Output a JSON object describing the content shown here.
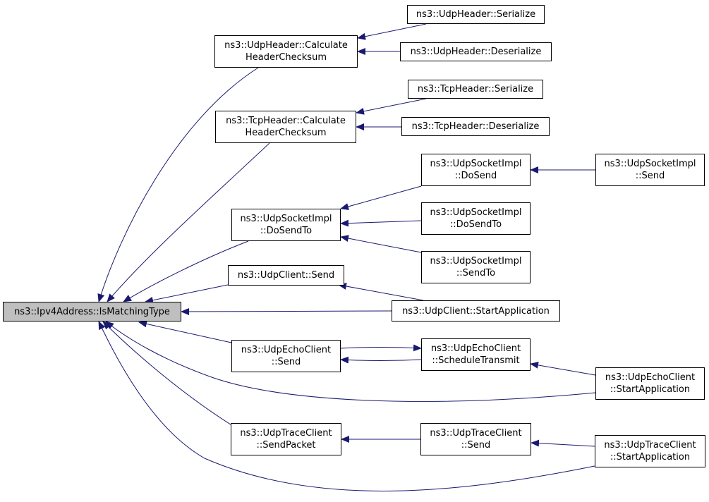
{
  "diagram": {
    "root": {
      "id": "root",
      "lines": [
        "ns3::Ipv4Address::IsMatchingType"
      ]
    },
    "nodes": [
      {
        "id": "udphdr_calc",
        "lines": [
          "ns3::UdpHeader::Calculate",
          "HeaderChecksum"
        ]
      },
      {
        "id": "udphdr_ser",
        "lines": [
          "ns3::UdpHeader::Serialize"
        ]
      },
      {
        "id": "udphdr_des",
        "lines": [
          "ns3::UdpHeader::Deserialize"
        ]
      },
      {
        "id": "tcphdr_calc",
        "lines": [
          "ns3::TcpHeader::Calculate",
          "HeaderChecksum"
        ]
      },
      {
        "id": "tcphdr_ser",
        "lines": [
          "ns3::TcpHeader::Serialize"
        ]
      },
      {
        "id": "tcphdr_des",
        "lines": [
          "ns3::TcpHeader::Deserialize"
        ]
      },
      {
        "id": "udpsock_dosendto",
        "lines": [
          "ns3::UdpSocketImpl",
          "::DoSendTo"
        ]
      },
      {
        "id": "udpsock_dosend",
        "lines": [
          "ns3::UdpSocketImpl",
          "::DoSend"
        ]
      },
      {
        "id": "udpsock_send",
        "lines": [
          "ns3::UdpSocketImpl",
          "::Send"
        ]
      },
      {
        "id": "udpsock_dosendto2",
        "lines": [
          "ns3::UdpSocketImpl",
          "::DoSendTo"
        ]
      },
      {
        "id": "udpsock_sendto",
        "lines": [
          "ns3::UdpSocketImpl",
          "::SendTo"
        ]
      },
      {
        "id": "udpclient_send",
        "lines": [
          "ns3::UdpClient::Send"
        ]
      },
      {
        "id": "udpclient_start",
        "lines": [
          "ns3::UdpClient::StartApplication"
        ]
      },
      {
        "id": "udpecho_send",
        "lines": [
          "ns3::UdpEchoClient",
          "::Send"
        ]
      },
      {
        "id": "udpecho_sched",
        "lines": [
          "ns3::UdpEchoClient",
          "::ScheduleTransmit"
        ]
      },
      {
        "id": "udpecho_start",
        "lines": [
          "ns3::UdpEchoClient",
          "::StartApplication"
        ]
      },
      {
        "id": "udptrace_sendpkt",
        "lines": [
          "ns3::UdpTraceClient",
          "::SendPacket"
        ]
      },
      {
        "id": "udptrace_send",
        "lines": [
          "ns3::UdpTraceClient",
          "::Send"
        ]
      },
      {
        "id": "udptrace_start",
        "lines": [
          "ns3::UdpTraceClient",
          "::StartApplication"
        ]
      }
    ],
    "edges": [
      {
        "from": "udphdr_calc",
        "to": "root"
      },
      {
        "from": "tcphdr_calc",
        "to": "root"
      },
      {
        "from": "udpsock_dosendto",
        "to": "root"
      },
      {
        "from": "udpclient_send",
        "to": "root"
      },
      {
        "from": "udpclient_start",
        "to": "root"
      },
      {
        "from": "udpecho_send",
        "to": "root"
      },
      {
        "from": "udpecho_start",
        "to": "root"
      },
      {
        "from": "udptrace_sendpkt",
        "to": "root"
      },
      {
        "from": "udptrace_start",
        "to": "root"
      },
      {
        "from": "udphdr_ser",
        "to": "udphdr_calc"
      },
      {
        "from": "udphdr_des",
        "to": "udphdr_calc"
      },
      {
        "from": "tcphdr_ser",
        "to": "tcphdr_calc"
      },
      {
        "from": "tcphdr_des",
        "to": "tcphdr_calc"
      },
      {
        "from": "udpsock_dosend",
        "to": "udpsock_dosendto"
      },
      {
        "from": "udpsock_dosendto2",
        "to": "udpsock_dosendto"
      },
      {
        "from": "udpsock_sendto",
        "to": "udpsock_dosendto"
      },
      {
        "from": "udpsock_send",
        "to": "udpsock_dosend"
      },
      {
        "from": "udpclient_start",
        "to": "udpclient_send"
      },
      {
        "from": "udpecho_sched",
        "to": "udpecho_send"
      },
      {
        "from": "udpecho_send",
        "to": "udpecho_sched"
      },
      {
        "from": "udpecho_start",
        "to": "udpecho_sched"
      },
      {
        "from": "udptrace_send",
        "to": "udptrace_sendpkt"
      },
      {
        "from": "udptrace_start",
        "to": "udptrace_send"
      }
    ]
  },
  "colors": {
    "edge": "#191970",
    "root_fill": "#bfbfbf",
    "node_fill": "#ffffff",
    "border": "#000000"
  }
}
